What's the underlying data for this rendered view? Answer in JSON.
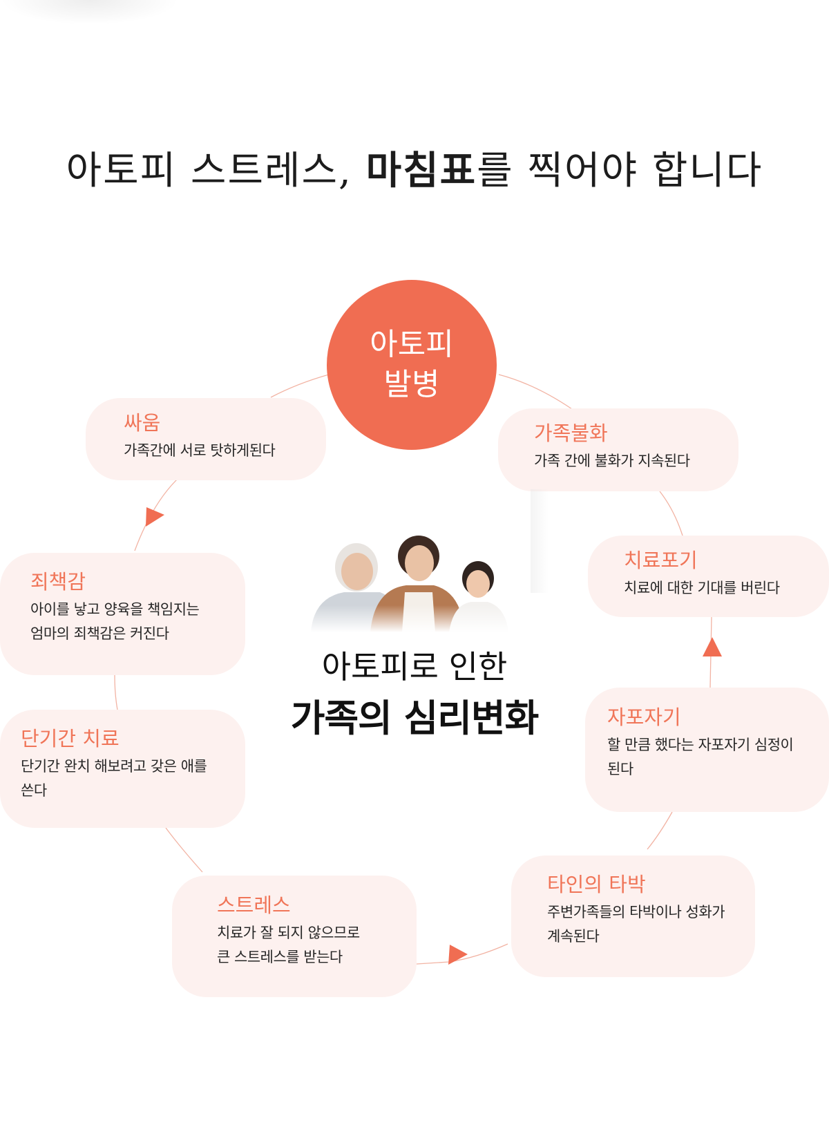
{
  "headline": {
    "part1": "아토피 스트레스, ",
    "emphasis": "마침표",
    "part2": "를 찍어야 합니다"
  },
  "center_circle": {
    "line1": "아토피",
    "line2": "발병"
  },
  "center_label": {
    "subtitle": "아토피로 인한",
    "title": "가족의 심리변화"
  },
  "cards": [
    {
      "title": "가족불화",
      "desc1": "가족 간에 불화가 지속된다",
      "desc2": ""
    },
    {
      "title": "치료포기",
      "desc1": "치료에 대한 기대를 버린다",
      "desc2": ""
    },
    {
      "title": "자포자기",
      "desc1": "할 만큼 했다는 자포자기 심정이",
      "desc2": "된다"
    },
    {
      "title": "타인의 타박",
      "desc1": "주변가족들의 타박이나 성화가",
      "desc2": "계속된다"
    },
    {
      "title": "스트레스",
      "desc1": "치료가 잘 되지 않으므로",
      "desc2": "큰 스트레스를 받는다"
    },
    {
      "title": "단기간 치료",
      "desc1": "단기간 완치 해보려고 갖은 애를",
      "desc2": "쓴다"
    },
    {
      "title": "죄책감",
      "desc1": "아이를 낳고 양육을 책임지는",
      "desc2": "엄마의 죄책감은 커진다"
    },
    {
      "title": "싸움",
      "desc1": "가족간에 서로 탓하게된다",
      "desc2": ""
    }
  ],
  "colors": {
    "accent": "#f06d52",
    "card_bg": "#fdf1ef",
    "card_title": "#f07558",
    "connector": "#f2b3a3"
  },
  "icons": {
    "arrow": "triangle-arrow-icon",
    "family": "family-illustration"
  }
}
